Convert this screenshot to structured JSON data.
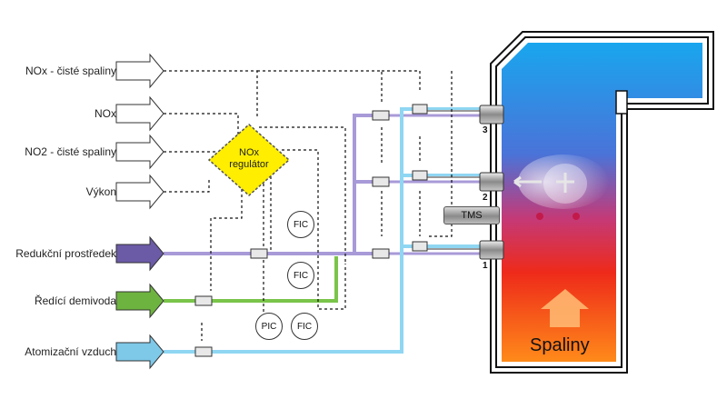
{
  "inputs": [
    {
      "id": "nox",
      "label": "NOx - čisté spaliny",
      "color": "#ffffff"
    },
    {
      "id": "nox2",
      "label": "NOx",
      "color": "#ffffff"
    },
    {
      "id": "no2",
      "label": "NO2 - čisté spaliny",
      "color": "#ffffff"
    },
    {
      "id": "vykon",
      "label": "Výkon",
      "color": "#ffffff"
    },
    {
      "id": "reducer",
      "label": "Redukční prostředek",
      "color": "#6b5aa6"
    },
    {
      "id": "water",
      "label": "Ředící demivoda",
      "color": "#6db33f"
    },
    {
      "id": "air",
      "label": "Atomizační vzduch",
      "color": "#7ec8e8"
    }
  ],
  "regulator": {
    "line1": "NOx",
    "line2": "regulátor",
    "color": "#ffee00"
  },
  "controllers": [
    {
      "id": "fic1",
      "label": "FIC"
    },
    {
      "id": "fic2",
      "label": "FIC"
    },
    {
      "id": "pic",
      "label": "PIC"
    },
    {
      "id": "fic3",
      "label": "FIC"
    }
  ],
  "nozzles": [
    {
      "id": "n3",
      "label": "3"
    },
    {
      "id": "n2",
      "label": "2"
    },
    {
      "id": "n1",
      "label": "1"
    }
  ],
  "tms": {
    "label": "TMS"
  },
  "boiler": {
    "label": "Spaliny",
    "top_color": "#1aa0e6",
    "bottom_color": "#ff7a10"
  },
  "colors": {
    "reducer": "#8f7fc9",
    "water": "#6db33f",
    "air": "#7ec8e8",
    "signal": "#111111"
  }
}
